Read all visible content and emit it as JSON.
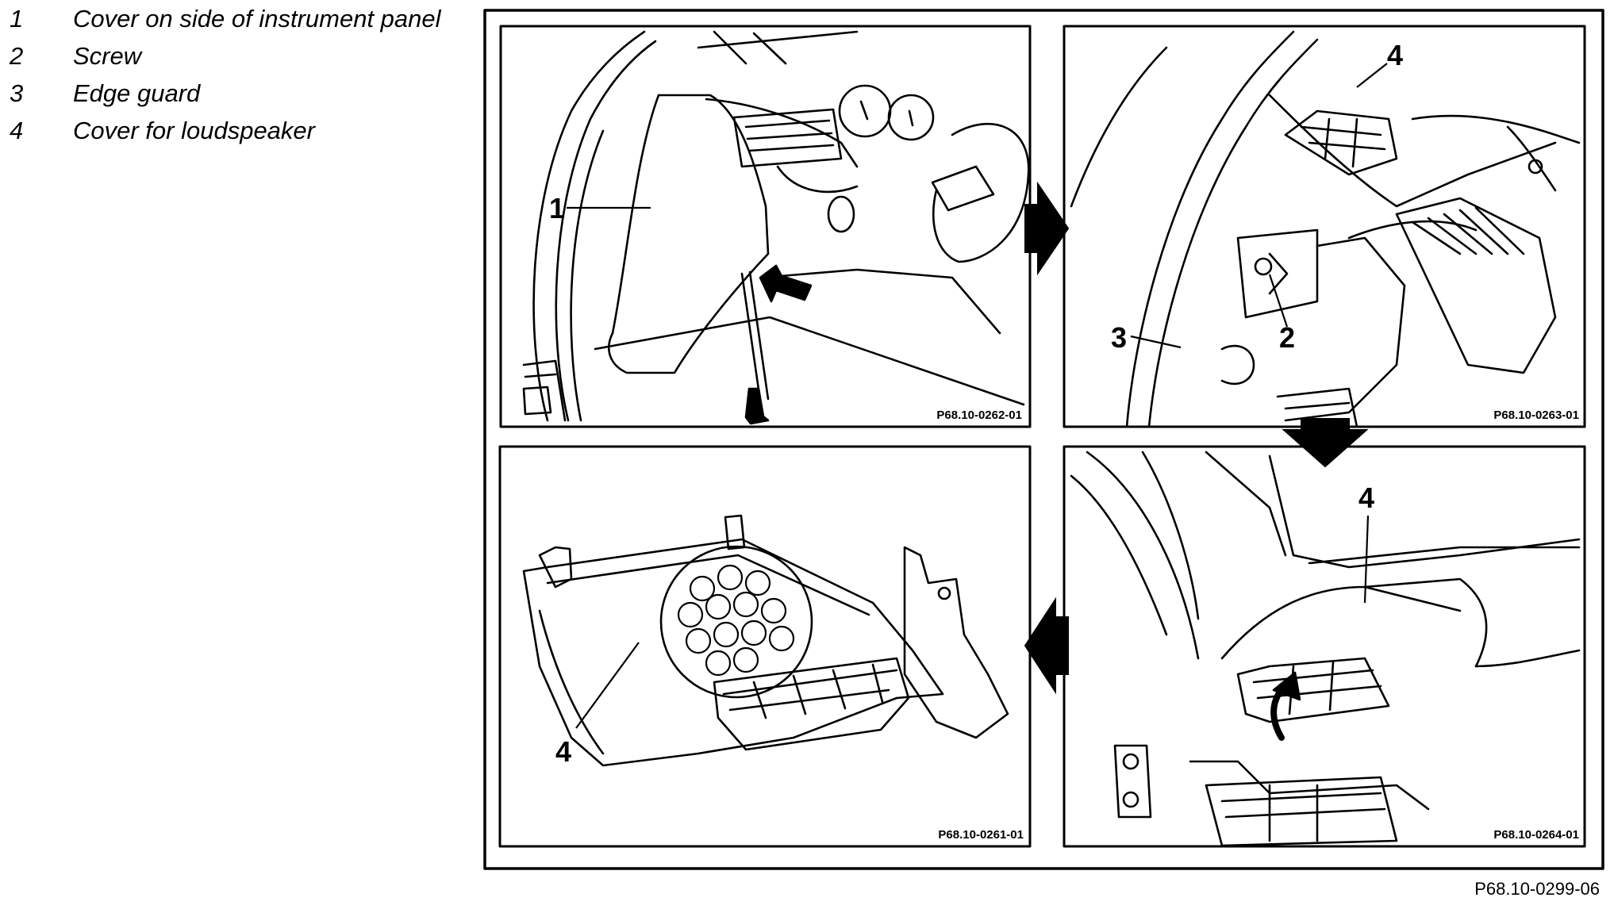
{
  "legend": [
    {
      "num": "1",
      "text": "Cover on side of instrument panel"
    },
    {
      "num": "2",
      "text": "Screw"
    },
    {
      "num": "3",
      "text": "Edge guard"
    },
    {
      "num": "4",
      "text": "Cover for loudspeaker"
    }
  ],
  "panels": [
    {
      "code": "P68.10-0262-01",
      "callouts": [
        "1"
      ]
    },
    {
      "code": "P68.10-0263-01",
      "callouts": [
        "4",
        "3",
        "2"
      ]
    },
    {
      "code": "P68.10-0264-01",
      "callouts": [
        "4"
      ]
    },
    {
      "code": "P68.10-0261-01",
      "callouts": [
        "4"
      ]
    }
  ],
  "figure_code": "P68.10-0299-06",
  "colors": {
    "line": "#000000",
    "background": "#ffffff"
  }
}
